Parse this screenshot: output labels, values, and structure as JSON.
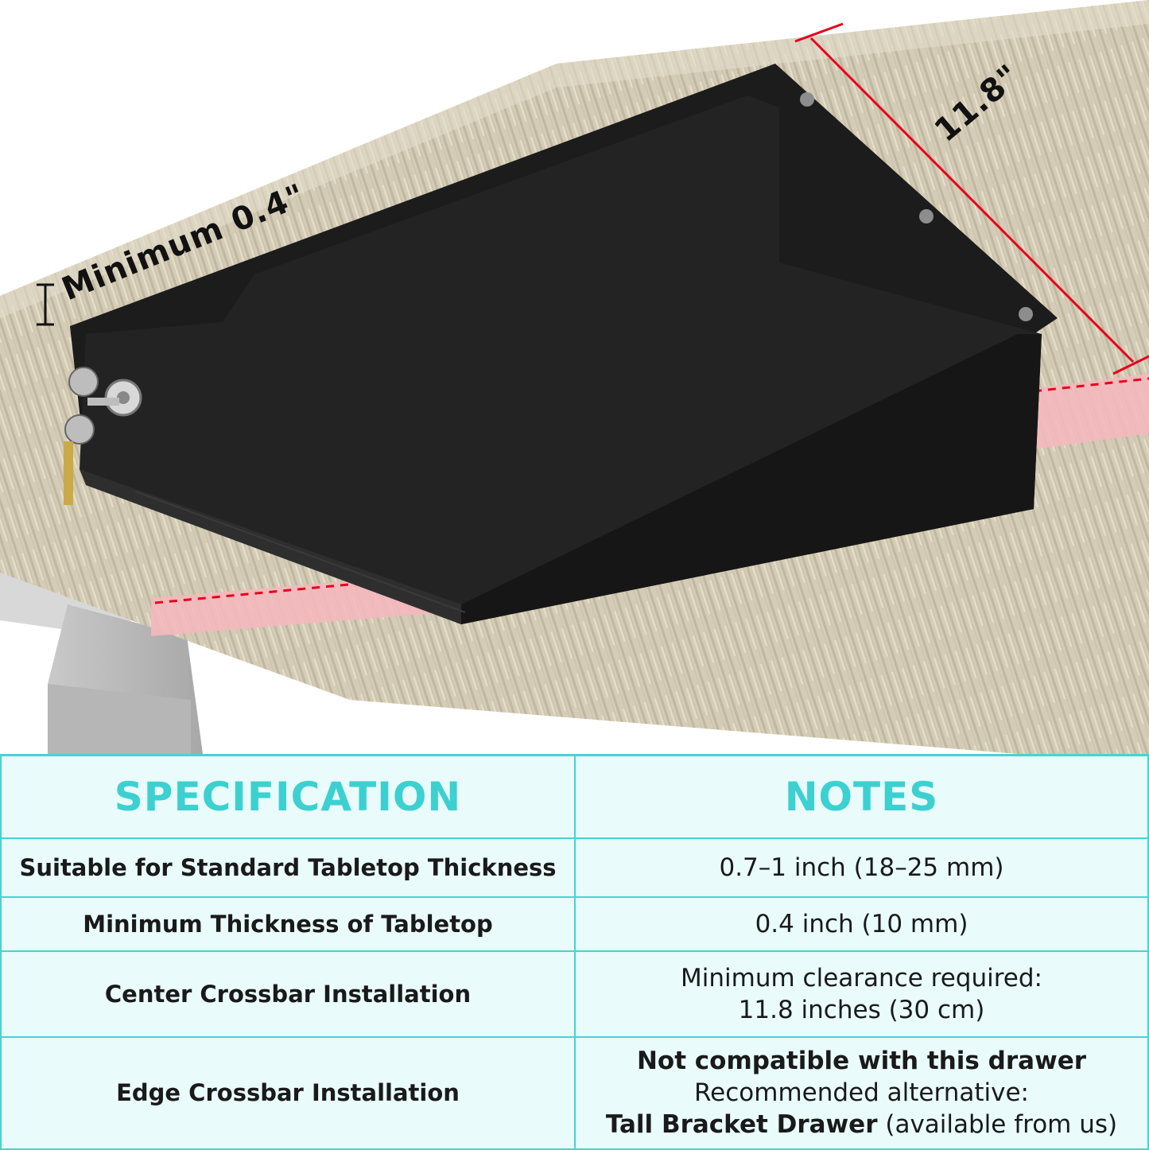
{
  "dimensions": {
    "thickness_label": "Minimum 0.4\"",
    "depth_label": "11.8\""
  },
  "table": {
    "headers": {
      "spec": "SPECIFICATION",
      "notes": "NOTES"
    },
    "rows": [
      {
        "spec": "Suitable for Standard Tabletop Thickness",
        "note": "0.7–1 inch (18–25 mm)"
      },
      {
        "spec": "Minimum Thickness  of  Tabletop",
        "note": "0.4 inch (10 mm)"
      },
      {
        "spec": "Center Crossbar Installation",
        "note_line1": "Minimum clearance required:",
        "note_line2": "11.8 inches (30 cm)"
      },
      {
        "spec": "Edge Crossbar Installation",
        "note_bold": "Not compatible with this drawer",
        "note_line2": "Recommended alternative:",
        "note_bold2": "Tall Bracket Drawer",
        "note_tail": " (available from us)"
      }
    ]
  },
  "colors": {
    "accent": "#3dd0d0",
    "table_bg": "#e9fbfb",
    "drawer": "#1c1c1c",
    "wood": "#cdc6b1",
    "dimension_red": "#e8001c"
  }
}
